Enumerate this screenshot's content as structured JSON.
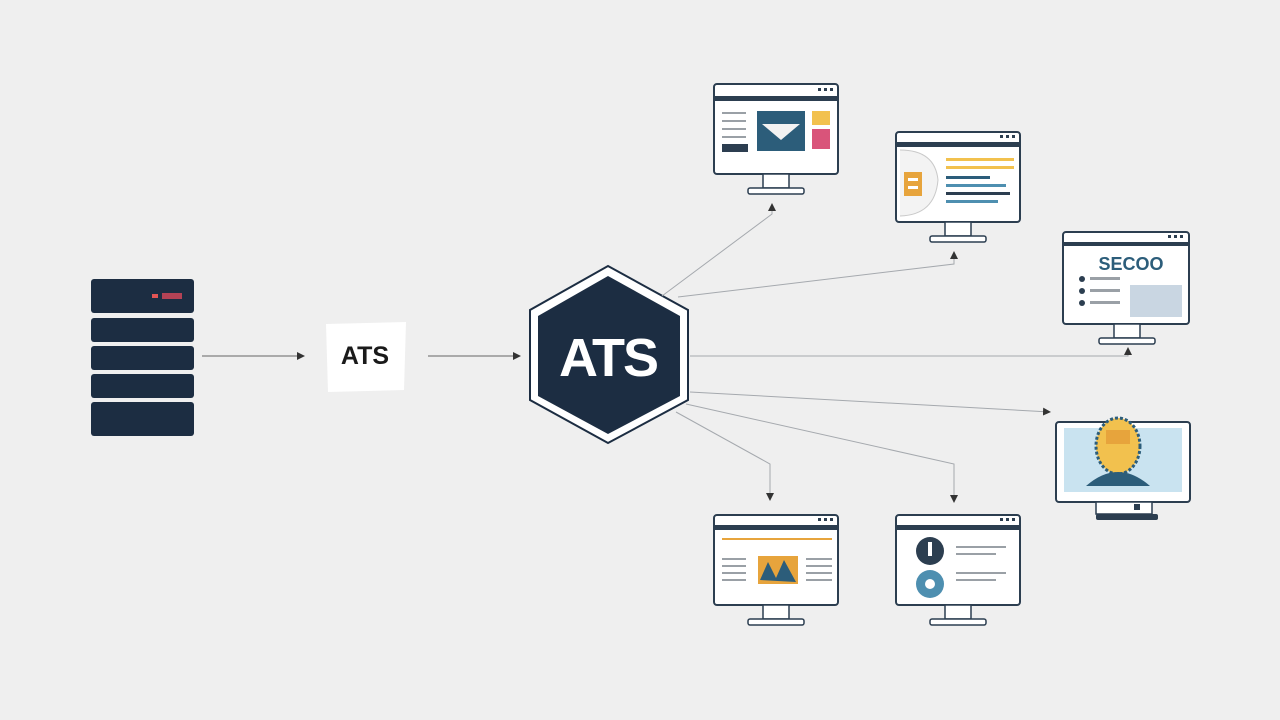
{
  "diagram": {
    "source_label": "ATS",
    "hub_label": "ATS",
    "monitor_screen_text": "SECOO"
  },
  "colors": {
    "background": "#efefef",
    "navy": "#1c2d42",
    "line": "#9aa0a6",
    "monitor_border": "#2c3e50",
    "yellow": "#f2c14e",
    "orange": "#e7a43c",
    "teal": "#4e8fb0",
    "pink": "#d9547a",
    "light_blue": "#c9d6e2"
  }
}
